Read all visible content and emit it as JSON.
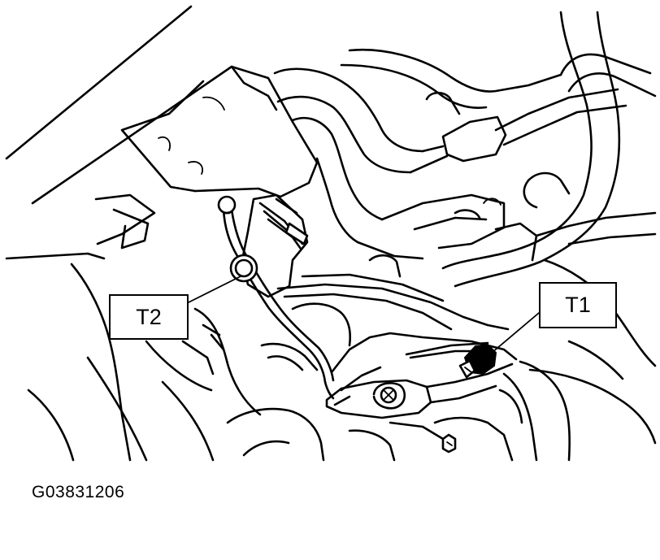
{
  "callouts": {
    "t2": "T2",
    "t1": "T1"
  },
  "figure_code": "G03831206"
}
